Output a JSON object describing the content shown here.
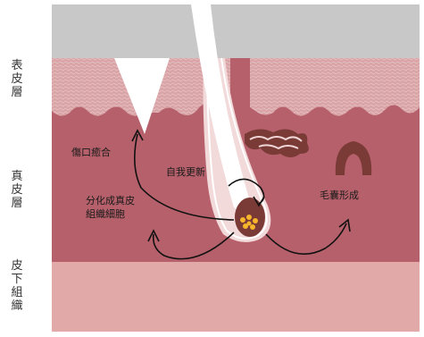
{
  "layers": [
    {
      "name": "表皮層"
    },
    {
      "name": "真皮層"
    },
    {
      "name": "皮下組織"
    }
  ],
  "annotations": {
    "wound_closure": "傷口癒合",
    "self_renewal": "自我更新",
    "differentiate_dermis_line1": "分化成真皮",
    "differentiate_dermis_line2": "組織細胞",
    "follicle_formation": "毛囊形成"
  },
  "colors": {
    "outside": "#c8c8c8",
    "epidermis": "#d9a3a6",
    "dermis": "#b5606a",
    "subcutaneous": "#e2a9a9",
    "arrow": "#111111"
  }
}
